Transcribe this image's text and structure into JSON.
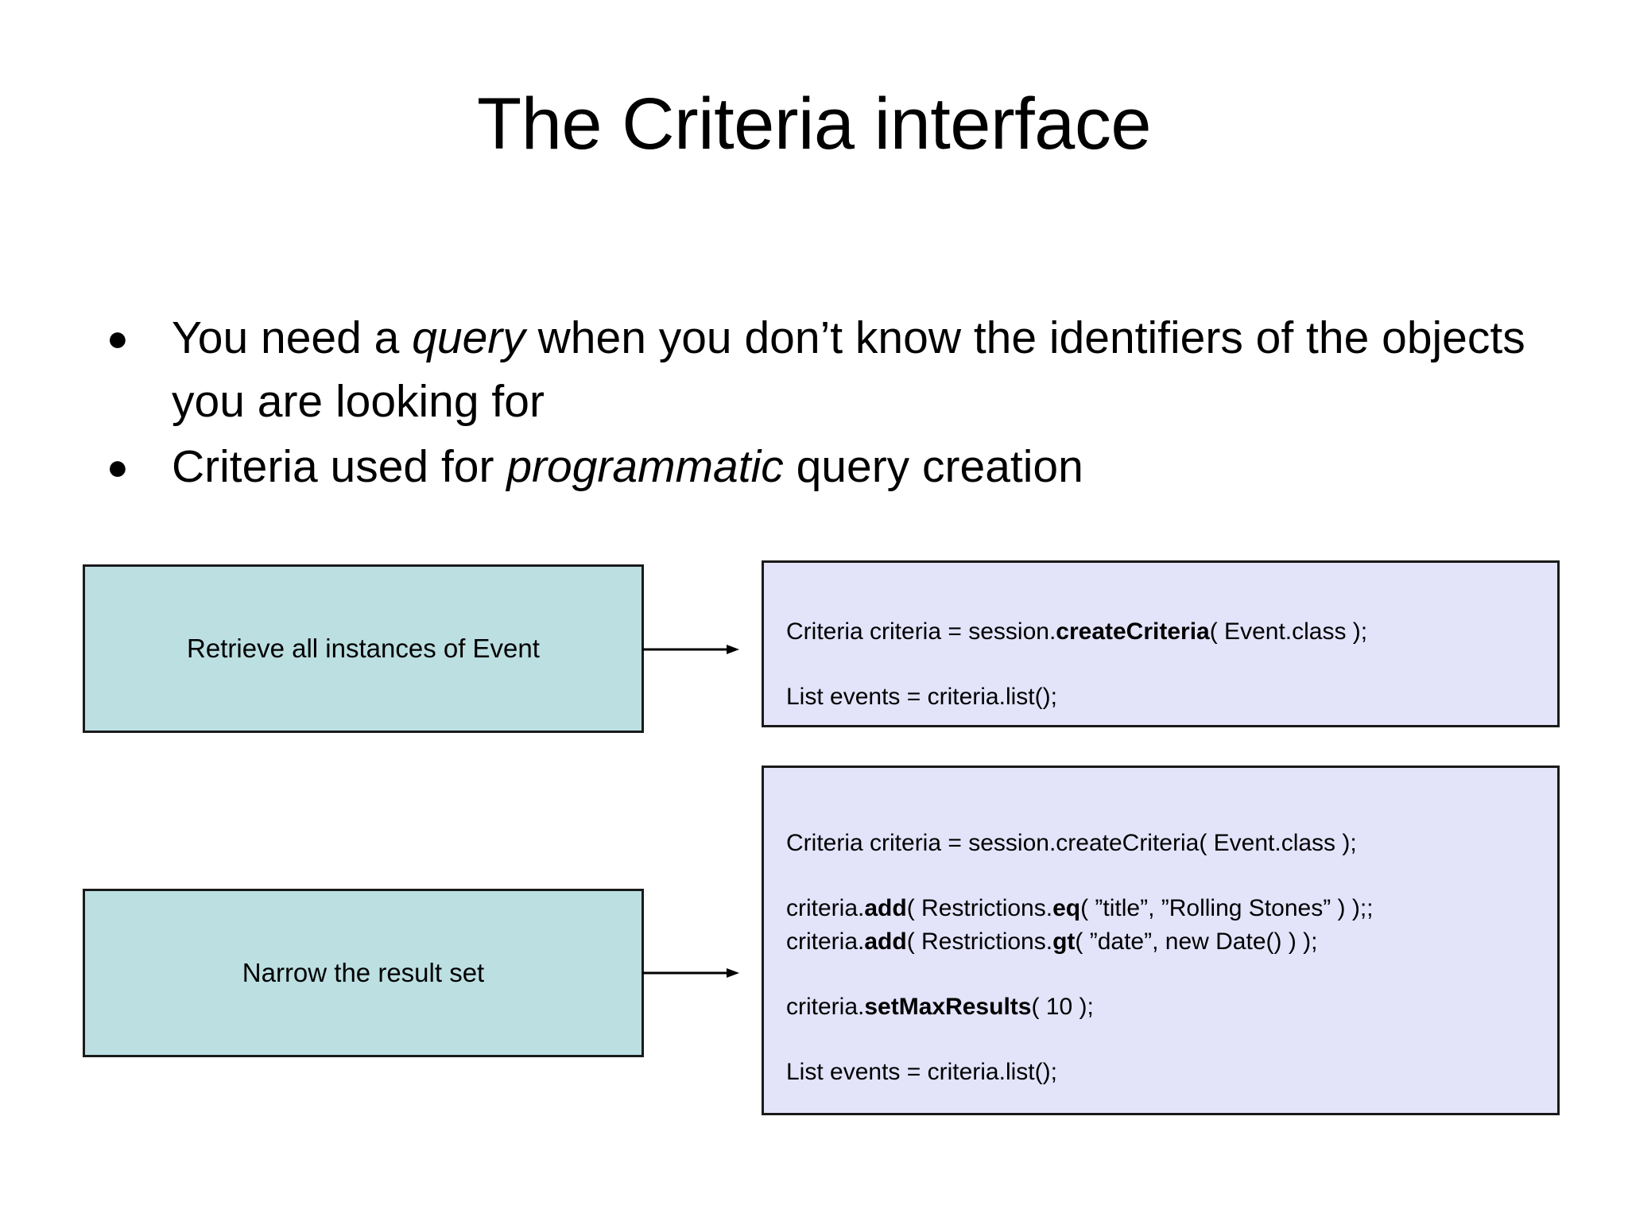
{
  "slide": {
    "title": "The Criteria interface",
    "bullets": [
      {
        "marker": "●",
        "segments": [
          {
            "text": "You need a ",
            "style": "normal"
          },
          {
            "text": "query",
            "style": "italic"
          },
          {
            "text": " when you don’t know the identifiers of the objects you are looking for",
            "style": "normal"
          }
        ]
      },
      {
        "marker": "●",
        "segments": [
          {
            "text": "Criteria used for ",
            "style": "normal"
          },
          {
            "text": "programmatic",
            "style": "italic"
          },
          {
            "text": " query creation",
            "style": "normal"
          }
        ]
      }
    ],
    "diagram": {
      "rows": [
        {
          "label": "Retrieve all instances of Event",
          "code_lines": [
            [
              {
                "text": "Criteria criteria = session.",
                "bold": false
              },
              {
                "text": "createCriteria",
                "bold": true
              },
              {
                "text": "( Event.class );",
                "bold": false
              }
            ],
            [],
            [
              {
                "text": "List events = criteria.list();",
                "bold": false
              }
            ]
          ]
        },
        {
          "label": "Narrow the result set",
          "code_lines": [
            [
              {
                "text": "Criteria criteria = session.createCriteria( Event.class );",
                "bold": false
              }
            ],
            [],
            [
              {
                "text": "criteria.",
                "bold": false
              },
              {
                "text": "add",
                "bold": true
              },
              {
                "text": "( Restrictions.",
                "bold": false
              },
              {
                "text": "eq",
                "bold": true
              },
              {
                "text": "( ”title”, ”Rolling Stones” ) );;",
                "bold": false
              }
            ],
            [
              {
                "text": "criteria.",
                "bold": false
              },
              {
                "text": "add",
                "bold": true
              },
              {
                "text": "( Restrictions.",
                "bold": false
              },
              {
                "text": "gt",
                "bold": true
              },
              {
                "text": "( ”date”, new Date() ) );",
                "bold": false
              }
            ],
            [],
            [
              {
                "text": "criteria.",
                "bold": false
              },
              {
                "text": "setMaxResults",
                "bold": true
              },
              {
                "text": "( 10 );",
                "bold": false
              }
            ],
            [],
            [
              {
                "text": "List events = criteria.list();",
                "bold": false
              }
            ]
          ]
        }
      ]
    },
    "colors": {
      "label_box_fill": "#bcdfe2",
      "code_box_fill": "#e3e3fa",
      "border": "#1a1a1a",
      "text": "#000000",
      "background": "#ffffff"
    }
  }
}
